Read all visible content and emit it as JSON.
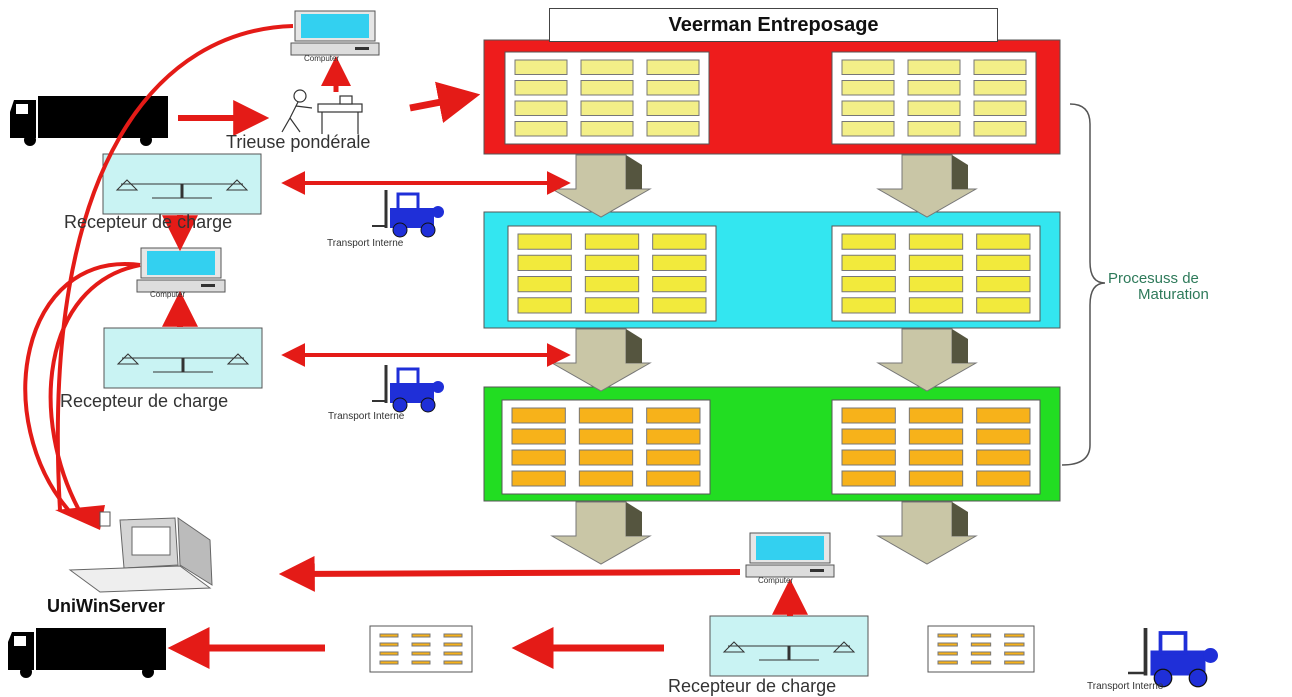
{
  "title": "Veerman Entreposage",
  "labels": {
    "trieuse": "Trieuse pondérale",
    "recepteur": "Recepteur de charge",
    "transport": "Transport Interne",
    "computer": "Computer",
    "process": "Procesuss de",
    "process2": "Maturation",
    "server": "UniWinServer"
  },
  "colors": {
    "arrow": "#e41b17",
    "zone1": "#ee1c1c",
    "zone2": "#33e6f0",
    "zone3": "#22dd22",
    "crate_yellow": "#f2ea3c",
    "crate_orange": "#f7b21a",
    "forklift": "#1f2fd8",
    "scale_bg": "#c9f3f3",
    "flow_arrow": "#c9c6a6"
  },
  "icons": [
    "truck-icon",
    "worker-icon",
    "computer-icon",
    "scale-icon",
    "forklift-icon",
    "crate-icon"
  ]
}
